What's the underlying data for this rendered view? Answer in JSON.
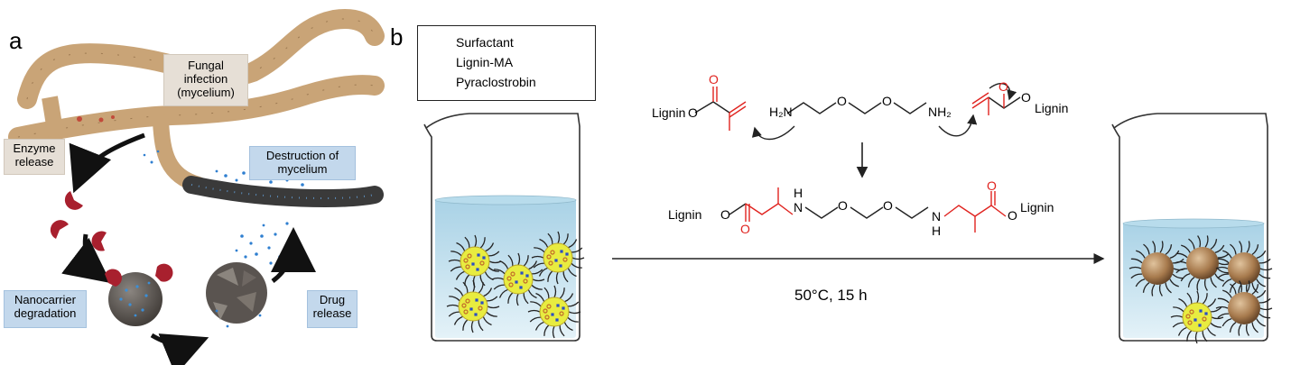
{
  "panels": [
    {
      "id": "a",
      "letter": "a"
    },
    {
      "id": "b",
      "letter": "b"
    }
  ],
  "panel_a": {
    "labels": {
      "fungal_infection": "Fungal infection (mycelium)",
      "enzyme_release": "Enzyme release",
      "destruction": "Destruction of mycelium",
      "nanocarrier_degradation": "Nanocarrier degradation",
      "drug_release": "Drug release"
    }
  },
  "panel_b": {
    "legend": [
      {
        "label": "Surfactant",
        "icon": "surfactant-icon"
      },
      {
        "label": "Lignin-MA",
        "icon": "lignin-ma-icon"
      },
      {
        "label": "Pyraclostrobin",
        "icon": "pyraclostrobin-icon"
      }
    ],
    "reaction": {
      "lignin": "Lignin",
      "o": "O",
      "h2n": "H₂N",
      "nh2": "NH₂",
      "nh": "N",
      "h": "H",
      "condition": "50°C, 15 h"
    }
  },
  "colors": {
    "mycelium": "#c9a477",
    "mycelium_dark": "#7a5a3a",
    "destroyed": "#3a3a3a",
    "enzyme": "#a8202e",
    "drug": "#2f7fd0",
    "micelle": "#e8ec40",
    "water": "#cfe6f1",
    "red_bond": "#e0231f"
  }
}
